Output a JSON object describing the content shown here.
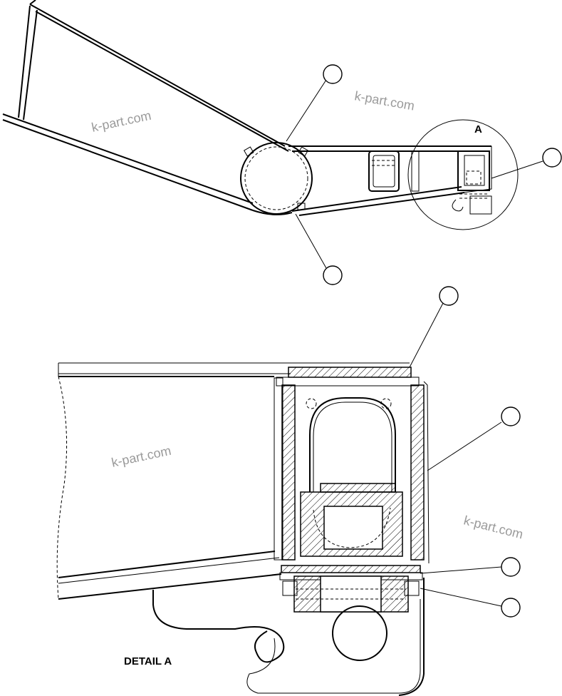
{
  "watermark": "k-part.com",
  "top_view": {
    "section_label": "A"
  },
  "detail": {
    "title": "DETAIL A"
  },
  "callouts_top": [
    "",
    "",
    ""
  ],
  "callouts_detail": [
    "",
    "",
    "",
    ""
  ],
  "colors": {
    "line": "#000000",
    "watermark": "#9a9a9a",
    "background": "#ffffff"
  }
}
